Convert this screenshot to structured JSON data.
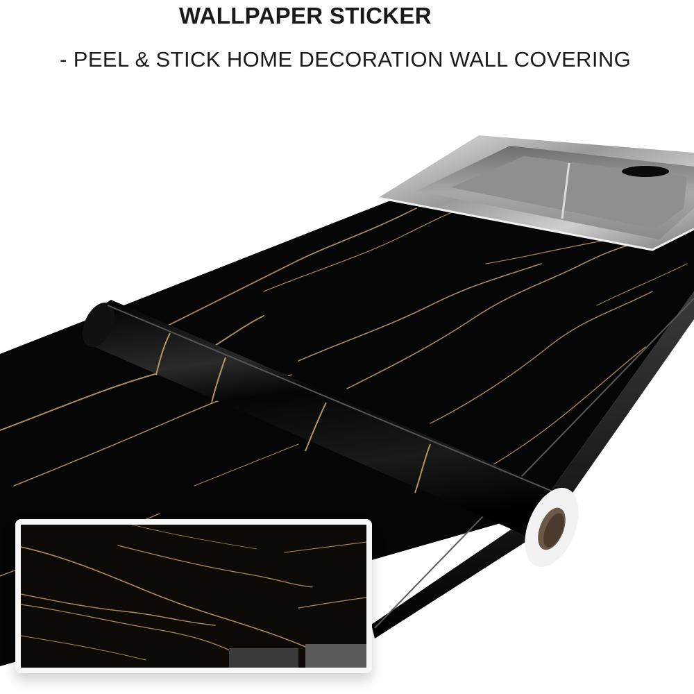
{
  "header": {
    "title": "WALLPAPER STICKER",
    "subtitle": "- PEEL & STICK HOME DECORATION WALL COVERING"
  },
  "scene": {
    "objects": [
      "marble-countertop",
      "stainless-steel-sink",
      "wallpaper-roll"
    ],
    "colors": {
      "marble_base": "#050505",
      "vein_gold": "#c9a36b",
      "steel": "#b8b8b8",
      "roll_core": "#6b5a48",
      "inset_bg": "#0d0906"
    }
  },
  "inset": {
    "label": "texture-closeup"
  }
}
